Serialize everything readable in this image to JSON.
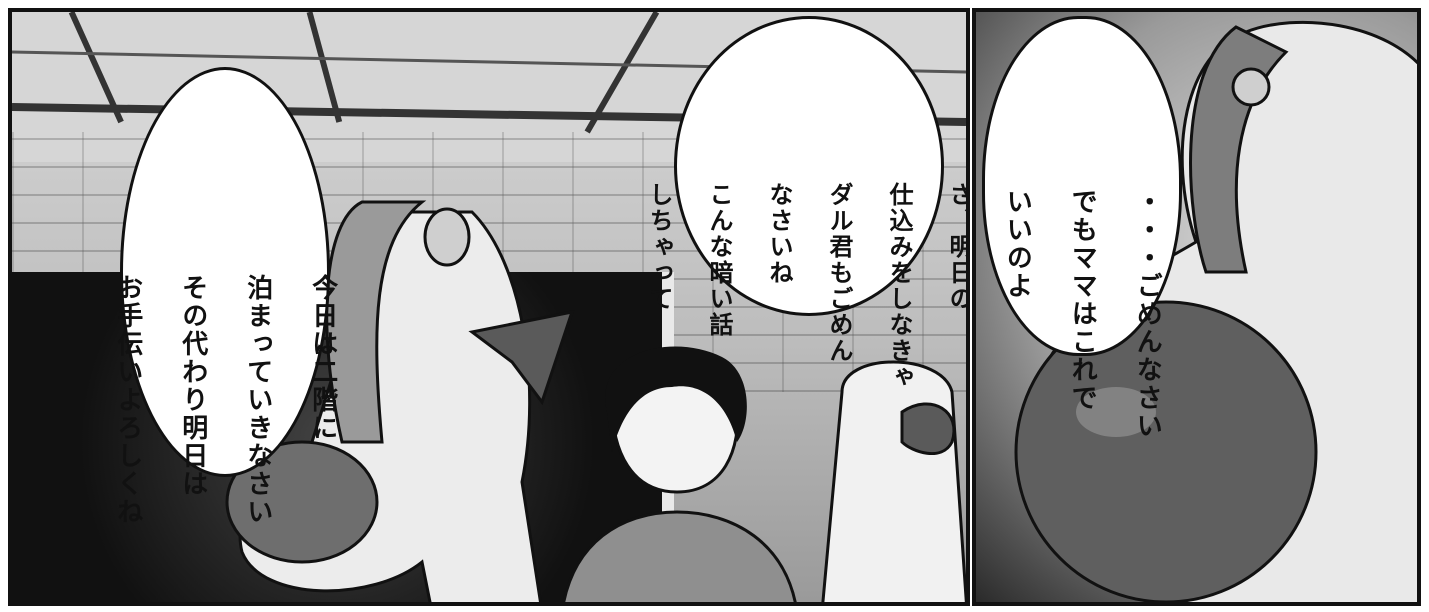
{
  "panels": {
    "left": {
      "bubbles": [
        {
          "lines": [
            "今日は二階に",
            "泊まっていきなさい",
            "その代わり明日は",
            "お手伝いよろしくね"
          ]
        },
        {
          "lines": [
            "さ、明日の",
            "仕込みをしなきゃ",
            "ダル君もごめん",
            "なさいね",
            "こんな暗い話",
            "しちゃって"
          ]
        }
      ]
    },
    "right": {
      "bubbles": [
        {
          "lines": [
            "・・・ごめんなさい",
            "でもママはこれで",
            "いいのよ"
          ]
        }
      ]
    }
  },
  "colors": {
    "ink": "#111111",
    "paper": "#ffffff",
    "tone_light": "#d9d9d9",
    "tone_dark": "#2a2a2a"
  }
}
